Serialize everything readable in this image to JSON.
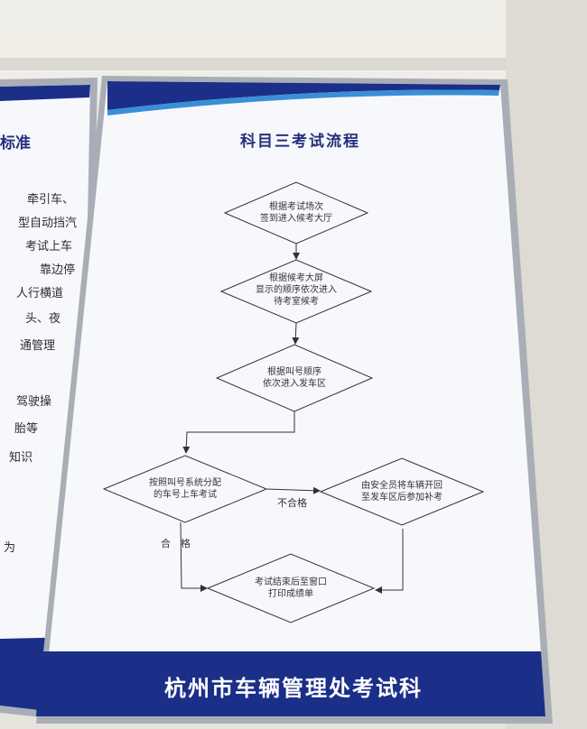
{
  "left_panel": {
    "heading_fragment": "标准",
    "lines": [
      "牵引车、",
      "型自动挡汽",
      "考试上车",
      "靠边停",
      "人行横道",
      "头、夜",
      "通管理",
      "驾驶操",
      "胎等",
      "知识",
      "为"
    ]
  },
  "flowchart": {
    "title": "科目三考试流程",
    "nodes": [
      {
        "id": "n1",
        "lines": [
          "根据考试场次",
          "签到进入候考大厅"
        ]
      },
      {
        "id": "n2",
        "lines": [
          "根据候考大屏",
          "显示的顺序依次进入",
          "待考室候考"
        ]
      },
      {
        "id": "n3",
        "lines": [
          "根据叫号顺序",
          "依次进入发车区"
        ]
      },
      {
        "id": "n4",
        "lines": [
          "按照叫号系统分配",
          "的车号上车考试"
        ]
      },
      {
        "id": "n5",
        "lines": [
          "由安全员将车辆开回",
          "至发车区后参加补考"
        ]
      },
      {
        "id": "n6",
        "lines": [
          "考试结束后至窗口",
          "打印成绩单"
        ]
      }
    ],
    "edges": [
      {
        "from": "n1",
        "to": "n2",
        "label": ""
      },
      {
        "from": "n2",
        "to": "n3",
        "label": ""
      },
      {
        "from": "n3",
        "to": "n4",
        "label": ""
      },
      {
        "from": "n4",
        "to": "n5",
        "label": "不合格"
      },
      {
        "from": "n4",
        "to": "n6",
        "label": "合　格"
      },
      {
        "from": "n5",
        "to": "n6",
        "label": ""
      }
    ]
  },
  "footer": {
    "organization": "杭州市车辆管理处考试科"
  },
  "colors": {
    "navy": "#1b2f88",
    "accent_blue": "#3a8fd6",
    "panel_bg": "#f7f8fb",
    "frame": "#a9aeb6",
    "line": "#333333"
  }
}
